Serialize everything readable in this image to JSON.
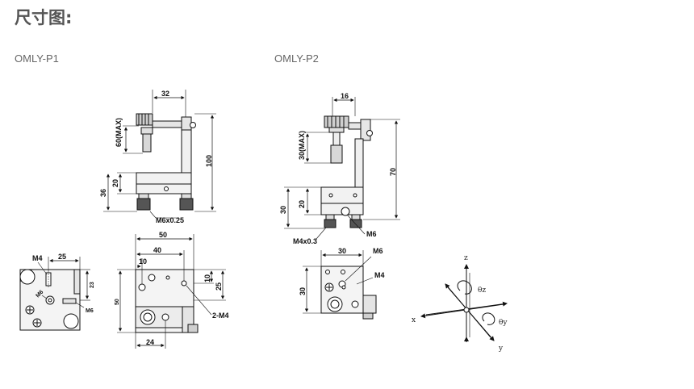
{
  "page": {
    "title": "尺寸图:",
    "models": [
      "OMLY-P1",
      "OMLY-P2"
    ]
  },
  "p1_side": {
    "dim_top": "32",
    "dim_max": "60(MAX)",
    "dim_height": "100",
    "dim_20": "20",
    "dim_36": "36",
    "thread": "M6x0.25"
  },
  "p1_front": {
    "m4": "M4",
    "dim_25": "25",
    "dim_23": "23",
    "m6_a": "M6",
    "m6_b": "M6"
  },
  "p1_top": {
    "dim_50": "50",
    "dim_40": "40",
    "dim_10a": "10",
    "dim_10b": "10",
    "dim_25": "25",
    "dim_50v": "50",
    "dim_24": "24",
    "holes": "2-M4"
  },
  "p2_side": {
    "dim_16": "16",
    "dim_max": "30(MAX)",
    "dim_70": "70",
    "dim_20": "20",
    "dim_30": "30",
    "m6": "M6",
    "thread": "M4x0.3"
  },
  "p2_top": {
    "dim_30h": "30",
    "m6": "M6",
    "m4": "M4",
    "dim_30v": "30"
  },
  "axes": {
    "z": "z",
    "x": "x",
    "y": "y",
    "tz": "θz",
    "ty": "θy"
  }
}
